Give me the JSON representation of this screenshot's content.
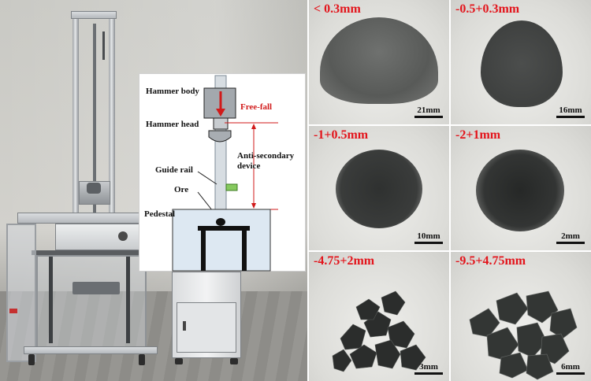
{
  "schematic": {
    "hammer_body": "Hammer body",
    "free_fall": "Free-fall",
    "hammer_head": "Hammer head",
    "anti_secondary_line1": "Anti-secondary",
    "anti_secondary_line2": "device",
    "guide_rail": "Guide rail",
    "ore": "Ore",
    "pedestal": "Pedestal"
  },
  "samples": [
    {
      "range": "< 0.3mm",
      "scale": "21mm"
    },
    {
      "range": "-0.5+0.3mm",
      "scale": "16mm"
    },
    {
      "range": "-1+0.5mm",
      "scale": "10mm"
    },
    {
      "range": "-2+1mm",
      "scale": "2mm"
    },
    {
      "range": "-4.75+2mm",
      "scale": "3mm"
    },
    {
      "range": "-9.5+4.75mm",
      "scale": "6mm"
    }
  ],
  "colors": {
    "label_red": "#e3141b",
    "free_fall_red": "#d11a1a"
  }
}
